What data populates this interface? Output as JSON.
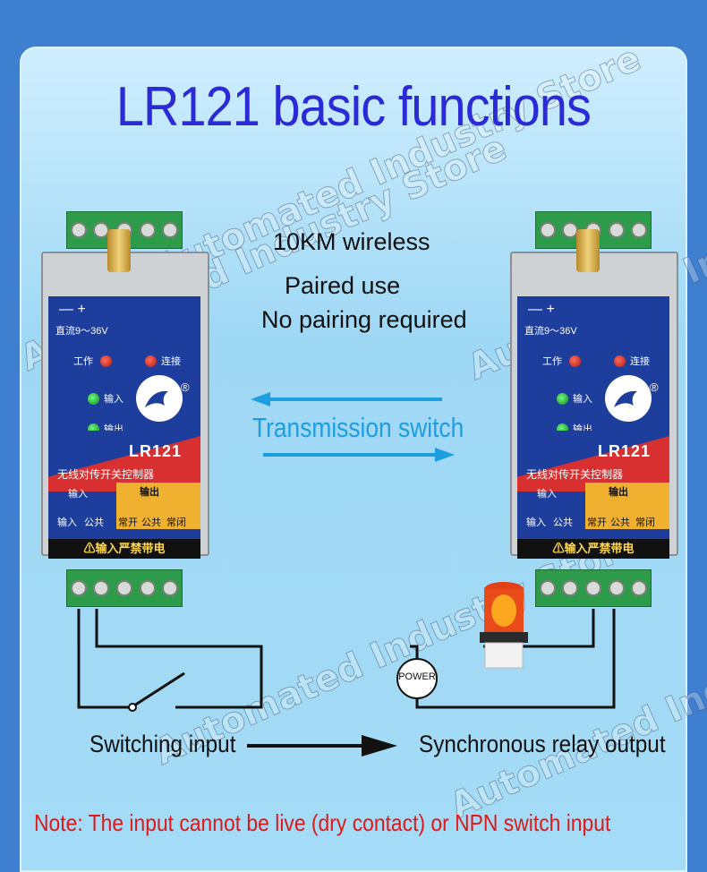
{
  "title": "LR121 basic functions",
  "features": [
    "10KM wireless",
    "Paired use",
    "No pairing required"
  ],
  "transmission_label": "Transmission switch",
  "device": {
    "power_signs": "— +",
    "voltage": "直流9～36V",
    "led_work": "工作",
    "led_link": "连接",
    "led_in": "输入",
    "led_out": "输出",
    "model": "LR121",
    "subtitle": "无线对传开关控制器",
    "input_header": "输入",
    "output_header": "输出",
    "term_input": "输入",
    "term_common": "公共",
    "term_no": "常开",
    "term_nc": "常闭",
    "warning": "⚠输入严禁带电",
    "registered": "®"
  },
  "power_label": "POWER",
  "switching_input": "Switching input",
  "relay_output": "Synchronous relay output",
  "note": "Note: The input cannot be live (dry contact) or NPN switch input",
  "watermark": "Automated Industry Store",
  "colors": {
    "title": "#2a2ad6",
    "arrow": "#1e9ee0",
    "note": "#e01818",
    "panel_bg": "#a4dbf6",
    "device_face": "#1d3e9c"
  }
}
